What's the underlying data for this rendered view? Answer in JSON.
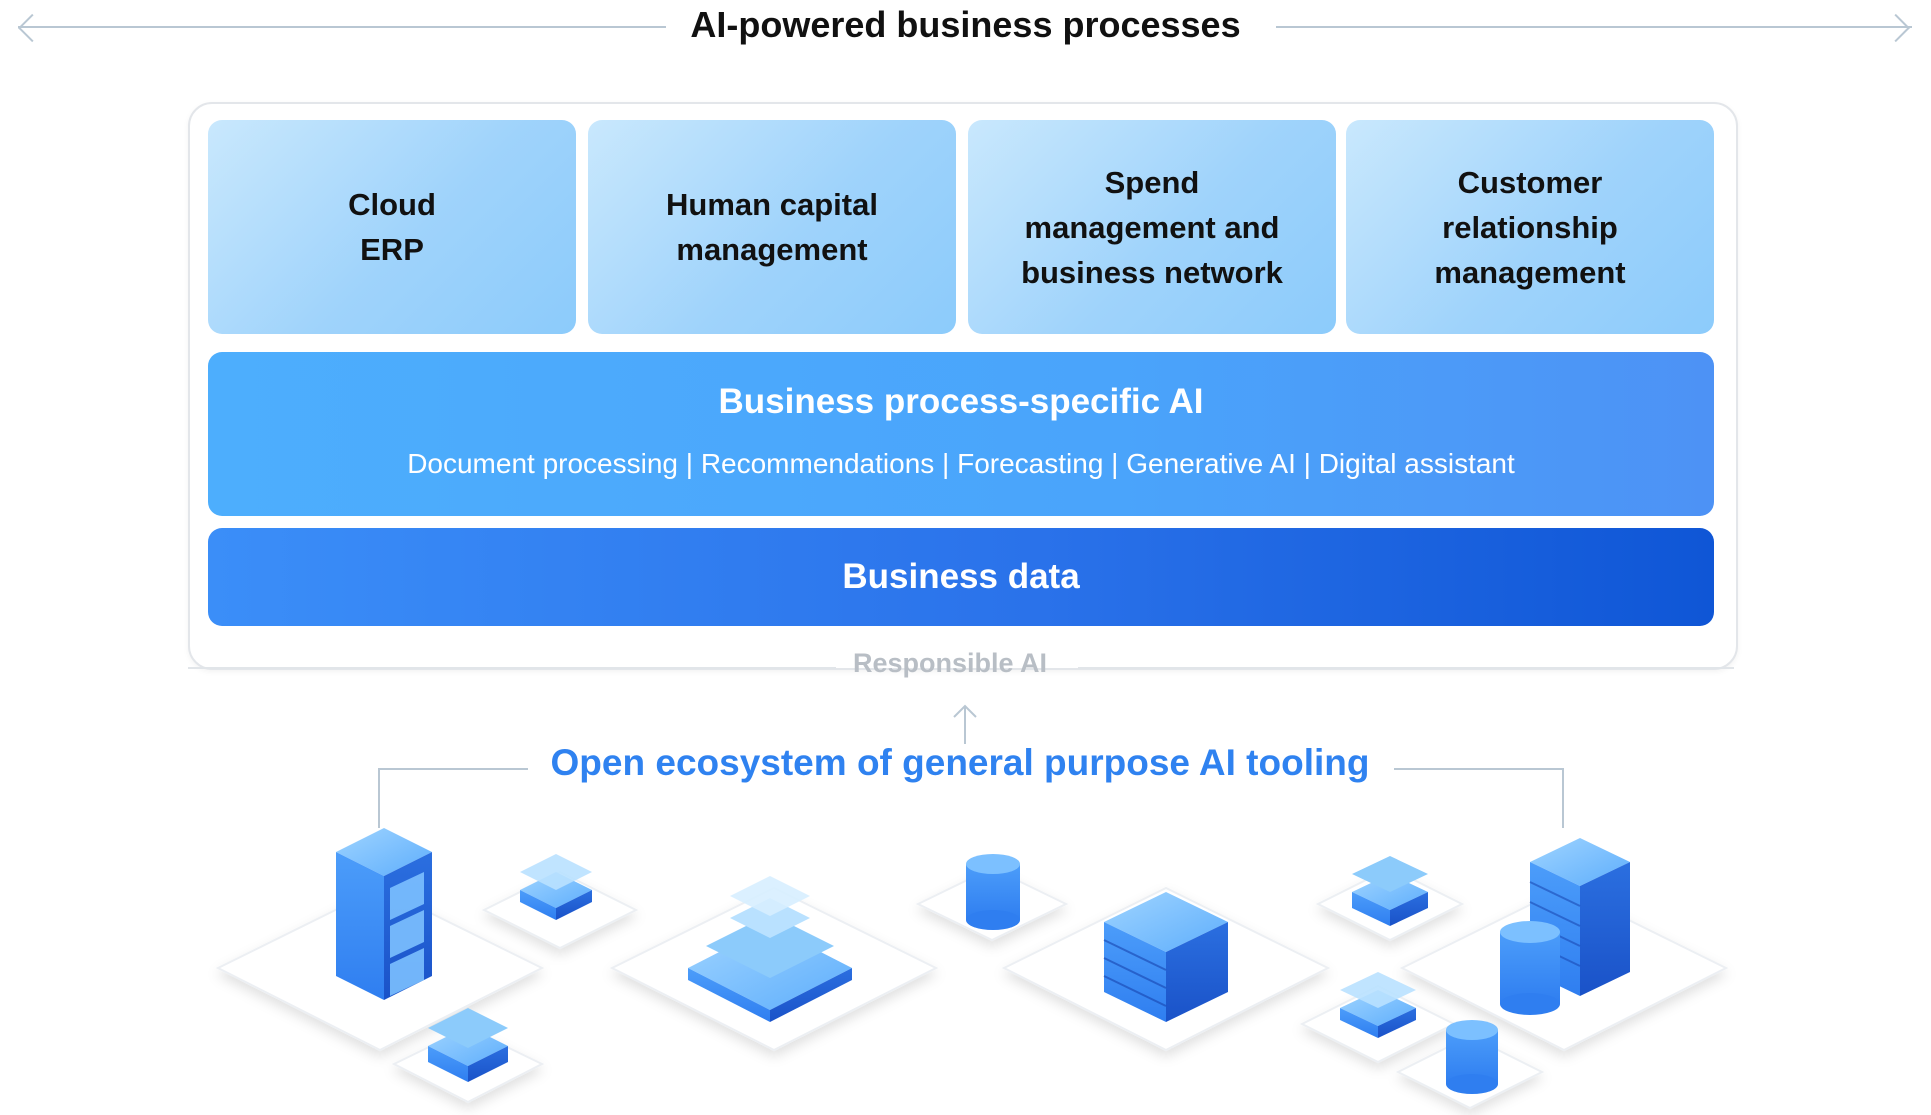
{
  "header": {
    "title": "AI-powered business processes"
  },
  "areas": [
    {
      "label": "Cloud\nERP"
    },
    {
      "label": "Human capital\nmanagement"
    },
    {
      "label": "Spend\nmanagement and\nbusiness network"
    },
    {
      "label": "Customer\nrelationship\nmanagement"
    }
  ],
  "ai_layer": {
    "title": "Business process-specific AI",
    "capabilities": "Document processing | Recommendations | Forecasting | Generative AI | Digital assistant"
  },
  "data_layer": {
    "title": "Business data"
  },
  "responsible": "Responsible AI",
  "ecosystem": "Open ecosystem of general purpose AI tooling",
  "colors": {
    "tile": "#9fd3fb",
    "ai_band": "#4aa4fb",
    "data_band": "#1f66e0",
    "ecosystem_text": "#2f82f0",
    "icon_primary": "#3d8ff5"
  }
}
